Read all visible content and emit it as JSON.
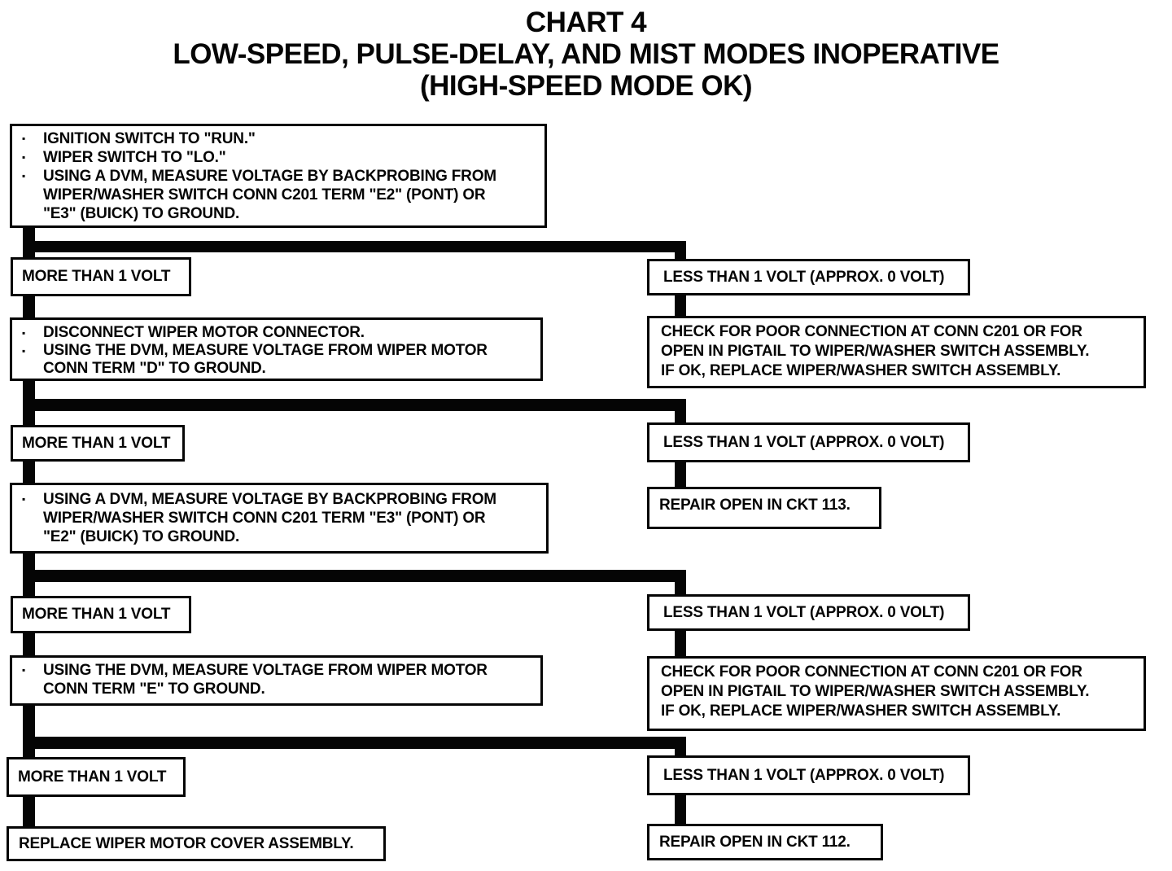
{
  "bullet_char": "▪",
  "title": {
    "line1": "CHART 4",
    "line2": "LOW-SPEED, PULSE-DELAY, AND MIST MODES INOPERATIVE",
    "line3": "(HIGH-SPEED MODE OK)"
  },
  "nodes": {
    "start": {
      "bullets": [
        {
          "lines": [
            "IGNITION SWITCH TO \"RUN.\""
          ]
        },
        {
          "lines": [
            "WIPER SWITCH TO \"LO.\""
          ]
        },
        {
          "lines": [
            "USING A DVM, MEASURE VOLTAGE BY BACKPROBING FROM",
            "WIPER/WASHER SWITCH CONN C201 TERM \"E2\" (PONT) OR",
            "\"E3\" (BUICK) TO GROUND."
          ]
        }
      ]
    },
    "branch1": {
      "left": "MORE THAN 1 VOLT",
      "right": "LESS THAN 1 VOLT (APPROX. 0 VOLT)"
    },
    "step1_left": {
      "bullets": [
        {
          "lines": [
            "DISCONNECT WIPER MOTOR CONNECTOR."
          ]
        },
        {
          "lines": [
            "USING THE DVM, MEASURE VOLTAGE FROM WIPER MOTOR",
            "CONN TERM \"D\" TO GROUND."
          ]
        }
      ]
    },
    "step1_right": {
      "lines": [
        "CHECK FOR POOR CONNECTION AT CONN C201 OR FOR",
        "OPEN IN PIGTAIL TO WIPER/WASHER SWITCH ASSEMBLY.",
        "IF OK, REPLACE WIPER/WASHER SWITCH ASSEMBLY."
      ]
    },
    "branch2": {
      "left": "MORE THAN 1 VOLT",
      "right": "LESS THAN 1 VOLT (APPROX. 0 VOLT)"
    },
    "step2_left": {
      "bullets": [
        {
          "lines": [
            "USING A DVM, MEASURE VOLTAGE BY BACKPROBING FROM",
            "WIPER/WASHER SWITCH CONN C201 TERM \"E3\" (PONT) OR",
            "\"E2\" (BUICK) TO GROUND."
          ]
        }
      ]
    },
    "step2_right": {
      "lines": [
        "REPAIR OPEN IN CKT 113."
      ]
    },
    "branch3": {
      "left": "MORE THAN 1 VOLT",
      "right": "LESS THAN 1 VOLT (APPROX. 0 VOLT)"
    },
    "step3_left": {
      "bullets": [
        {
          "lines": [
            "USING THE DVM, MEASURE VOLTAGE FROM WIPER MOTOR",
            "CONN TERM \"E\" TO GROUND."
          ]
        }
      ]
    },
    "step3_right": {
      "lines": [
        "CHECK FOR POOR CONNECTION AT CONN C201 OR FOR",
        "OPEN IN PIGTAIL TO WIPER/WASHER SWITCH ASSEMBLY.",
        "IF OK, REPLACE WIPER/WASHER SWITCH ASSEMBLY."
      ]
    },
    "branch4": {
      "left": "MORE THAN 1 VOLT",
      "right": "LESS THAN 1 VOLT (APPROX. 0 VOLT)"
    },
    "final_left": {
      "lines": [
        "REPLACE WIPER MOTOR COVER ASSEMBLY."
      ]
    },
    "final_right": {
      "lines": [
        "REPAIR OPEN IN CKT 112."
      ]
    }
  }
}
